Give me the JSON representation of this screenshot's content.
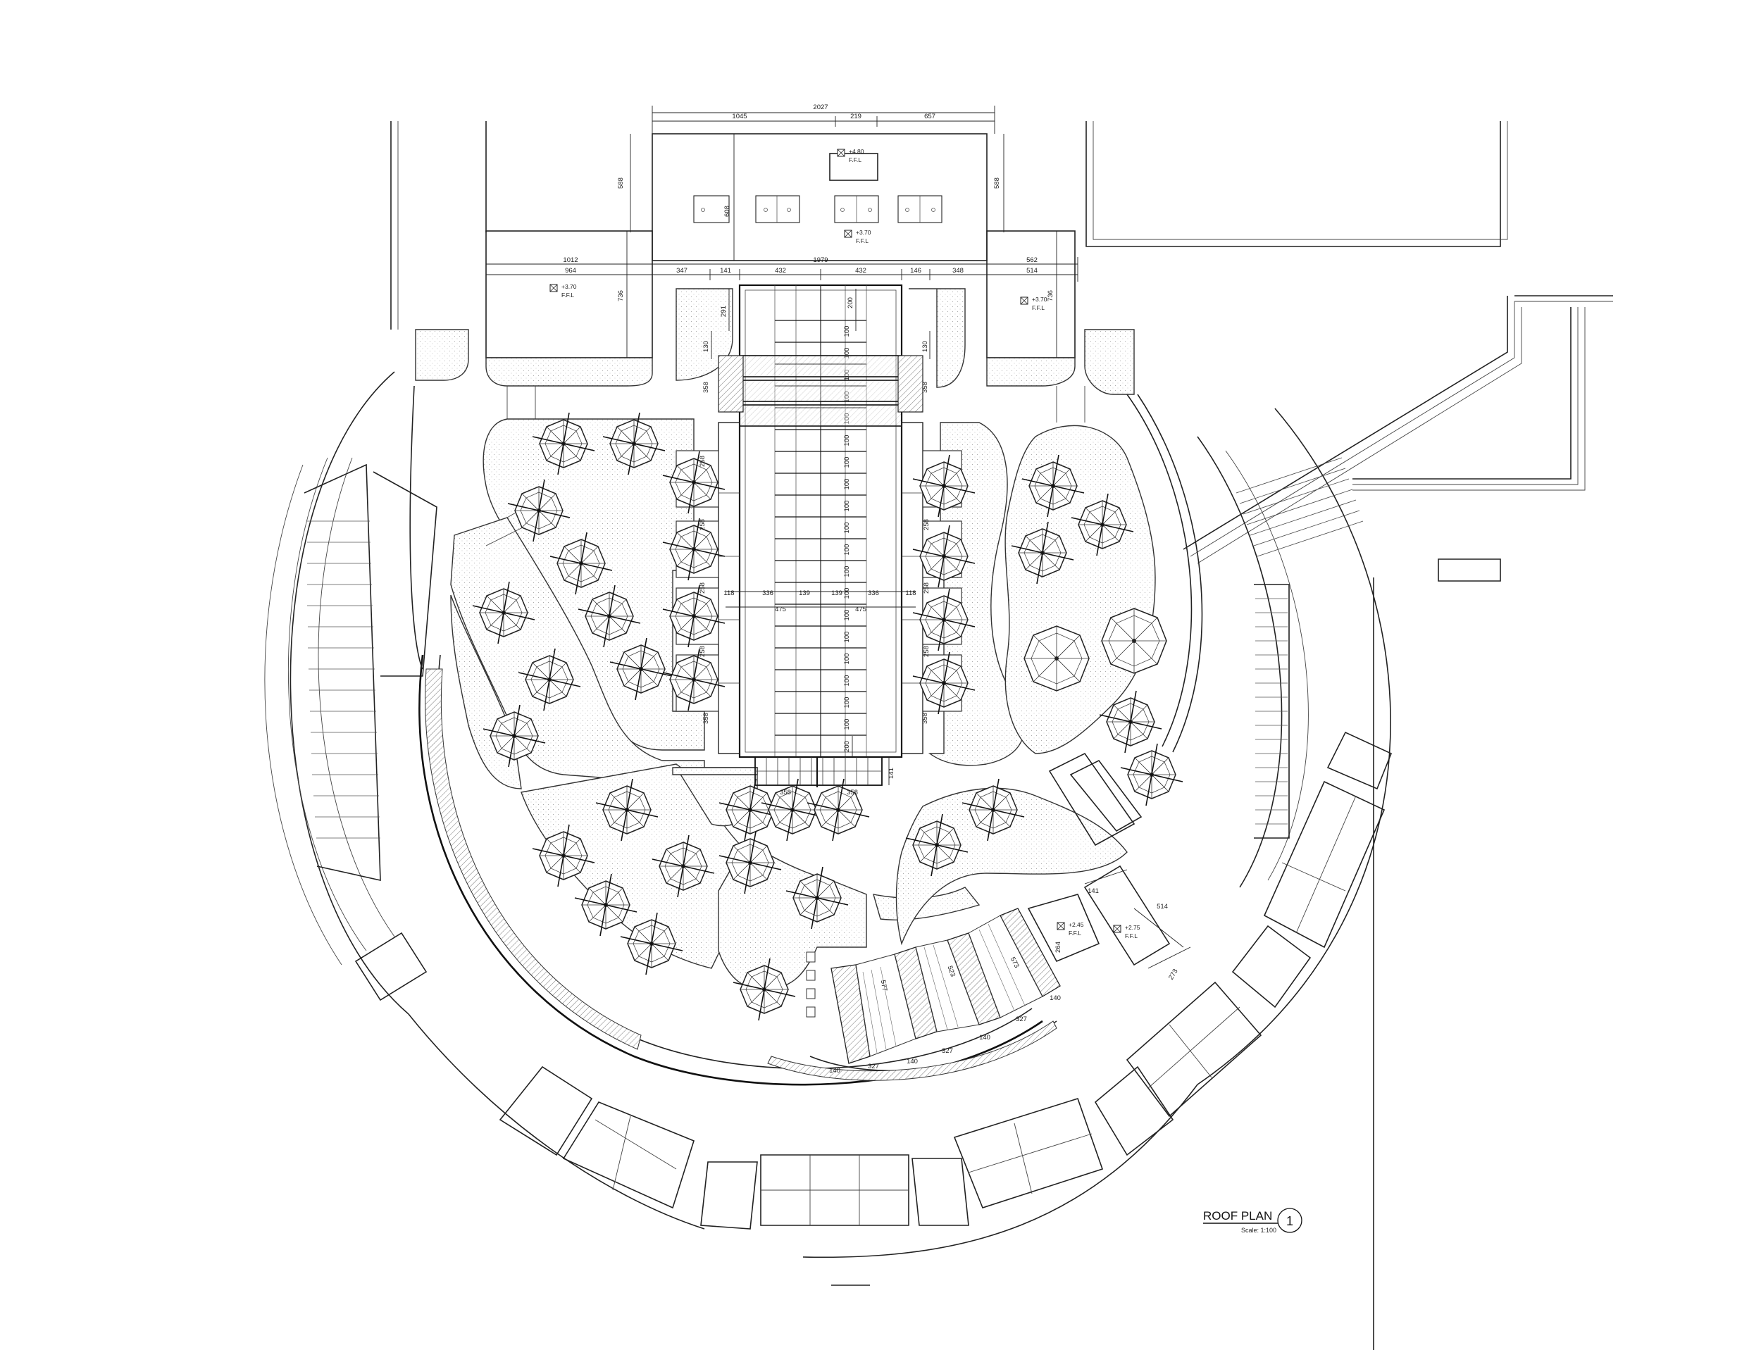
{
  "drawing": {
    "title": "ROOF PLAN",
    "scale": "Scale: 1:100",
    "sheet_number": "1"
  },
  "top_dimensions": {
    "overall": "2027",
    "left_segment": "1045",
    "middle_segment": "219",
    "right_segment": "657",
    "height_left": "588",
    "height_right": "588",
    "skylight_depth": "608"
  },
  "mid_dimensions": {
    "left_wing_outer": "1012",
    "left_wing_inner": "964",
    "central_span": "1979",
    "right_wing_outer": "562",
    "right_wing_inner": "514",
    "seg_a": "347",
    "seg_b": "141",
    "seg_c": "432",
    "seg_d": "432",
    "seg_e": "146",
    "seg_f": "348",
    "wing_height_left": "736",
    "wing_height_right": "736",
    "offset_291": "291",
    "offset_200": "200",
    "side_130_left": "130",
    "side_130_right": "130"
  },
  "walkway_dimensions": {
    "rib_pitch": "100",
    "end_258": "258",
    "side_358": "358",
    "side_118_left": "118",
    "side_118_right": "118",
    "inner_336_left": "336",
    "inner_336_right": "336",
    "inner_139_left": "139",
    "inner_139_right": "139",
    "half_475_left": "475",
    "half_475_right": "475",
    "lower_358_left": "358",
    "lower_358_right": "358",
    "lower_141": "141"
  },
  "stage_dimensions": {
    "d141": "141",
    "d514": "514",
    "d273": "273",
    "d577": "577",
    "d523": "523",
    "d573": "573",
    "d140a": "140",
    "d140b": "140",
    "d140c": "140",
    "d140d": "140",
    "d327a": "327",
    "d327b": "327",
    "d327c": "327",
    "d264": "264"
  },
  "levels": {
    "top_box": "+4.80",
    "roof_main": "+3.70",
    "wing_left": "+3.70",
    "wing_right": "+3.70",
    "stage_a": "+2.45",
    "stage_b": "+2.75",
    "ffl": "F.F.L"
  }
}
